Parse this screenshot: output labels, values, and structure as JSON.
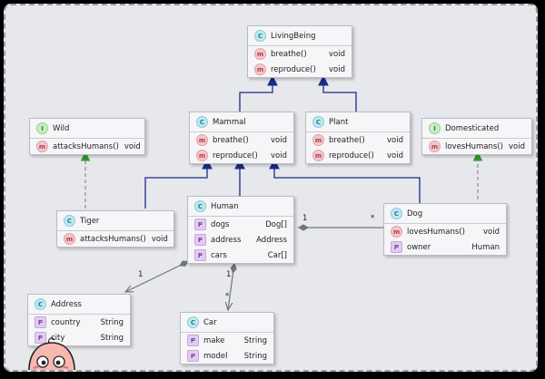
{
  "classes": {
    "living_being": {
      "name": "LivingBeing",
      "kind": "C",
      "methods": [
        {
          "name": "breathe()",
          "type": "void"
        },
        {
          "name": "reproduce()",
          "type": "void"
        }
      ]
    },
    "mammal": {
      "name": "Mammal",
      "kind": "C",
      "methods": [
        {
          "name": "breathe()",
          "type": "void"
        },
        {
          "name": "reproduce()",
          "type": "void"
        }
      ]
    },
    "plant": {
      "name": "Plant",
      "kind": "C",
      "methods": [
        {
          "name": "breathe()",
          "type": "void"
        },
        {
          "name": "reproduce()",
          "type": "void"
        }
      ]
    },
    "wild": {
      "name": "Wild",
      "kind": "I",
      "methods": [
        {
          "name": "attacksHumans()",
          "type": "void"
        }
      ]
    },
    "domesticated": {
      "name": "Domesticated",
      "kind": "I",
      "methods": [
        {
          "name": "lovesHumans()",
          "type": "void"
        }
      ]
    },
    "tiger": {
      "name": "Tiger",
      "kind": "C",
      "methods": [
        {
          "name": "attacksHumans()",
          "type": "void"
        }
      ]
    },
    "human": {
      "name": "Human",
      "kind": "C",
      "properties": [
        {
          "name": "dogs",
          "type": "Dog[]"
        },
        {
          "name": "address",
          "type": "Address"
        },
        {
          "name": "cars",
          "type": "Car[]"
        }
      ]
    },
    "dog": {
      "name": "Dog",
      "kind": "C",
      "methods": [
        {
          "name": "lovesHumans()",
          "type": "void"
        }
      ],
      "properties": [
        {
          "name": "owner",
          "type": "Human"
        }
      ]
    },
    "address": {
      "name": "Address",
      "kind": "C",
      "properties": [
        {
          "name": "country",
          "type": "String"
        },
        {
          "name": "city",
          "type": "String"
        }
      ]
    },
    "car": {
      "name": "Car",
      "kind": "C",
      "properties": [
        {
          "name": "make",
          "type": "String"
        },
        {
          "name": "model",
          "type": "String"
        }
      ]
    }
  },
  "multiplicities": {
    "human_dog_human_end": "1",
    "human_dog_dog_end": "*",
    "human_address_end": "1",
    "human_car_human_end": "1",
    "human_car_car_end": "*"
  },
  "icons": {
    "class": "class-icon",
    "interface": "interface-icon",
    "method": "method-icon",
    "property": "property-icon",
    "mascot": "mascot-face-icon"
  },
  "colors": {
    "background": "#e7e8ec",
    "inheritance_arrow": "#1b2a8a",
    "implements_arrow": "#2e9a2e",
    "association_line": "#8a8f9a"
  }
}
